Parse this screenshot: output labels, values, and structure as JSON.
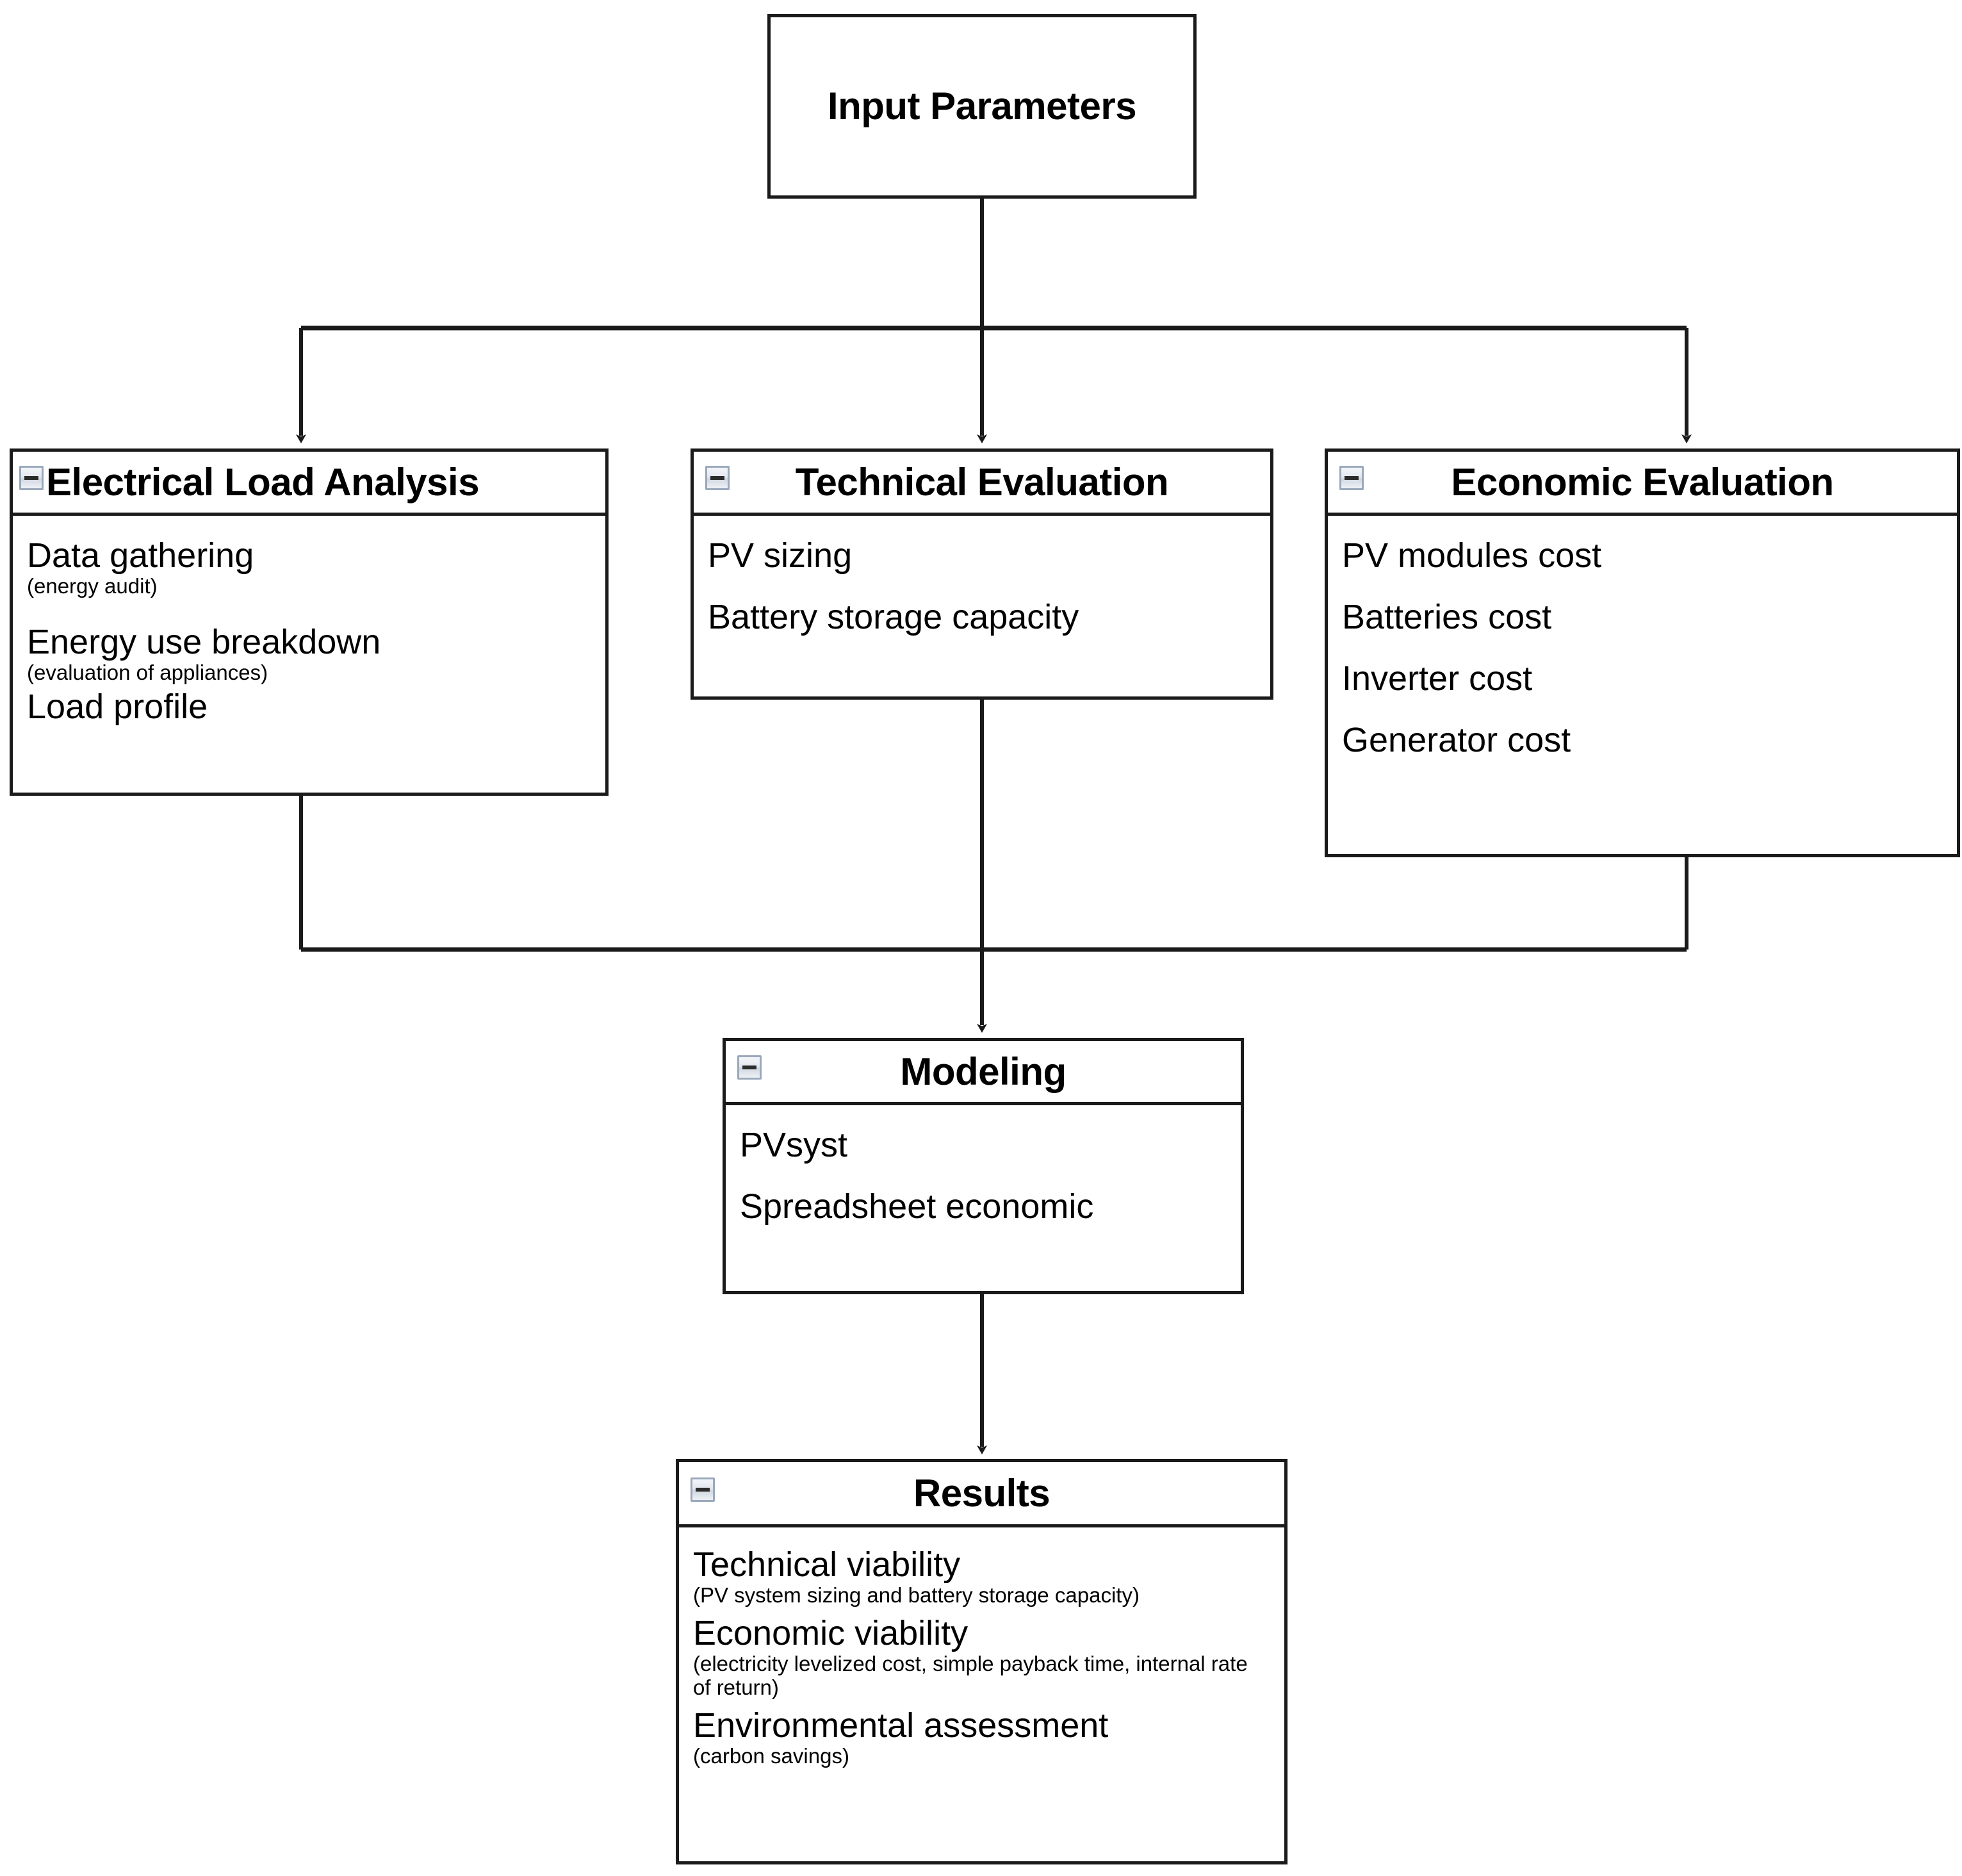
{
  "diagram": {
    "title": "PV system feasibility study methodology flowchart",
    "line_color": "#1a1a1a",
    "background_color": "#ffffff",
    "icon_name": "collapse-minus-icon"
  },
  "nodes": {
    "input": {
      "title": "Input Parameters",
      "items": []
    },
    "electrical_load": {
      "title": "Electrical Load Analysis",
      "items": [
        {
          "main": "Data gathering",
          "sub": "(energy audit)"
        },
        {
          "main": "Energy use breakdown",
          "sub": "(evaluation of appliances)"
        },
        {
          "main": "Load profile",
          "sub": ""
        }
      ]
    },
    "technical": {
      "title": "Technical Evaluation",
      "items": [
        {
          "main": "PV sizing",
          "sub": ""
        },
        {
          "main": "Battery storage capacity",
          "sub": ""
        }
      ]
    },
    "economic": {
      "title": "Economic Evaluation",
      "items": [
        {
          "main": "PV modules cost",
          "sub": ""
        },
        {
          "main": "Batteries cost",
          "sub": ""
        },
        {
          "main": "Inverter cost",
          "sub": ""
        },
        {
          "main": "Generator cost",
          "sub": ""
        }
      ]
    },
    "modeling": {
      "title": "Modeling",
      "items": [
        {
          "main": "PVsyst",
          "sub": ""
        },
        {
          "main": "Spreadsheet economic",
          "sub": ""
        }
      ]
    },
    "results": {
      "title": "Results",
      "items": [
        {
          "main": "Technical viability",
          "sub": "(PV system sizing and battery storage capacity)"
        },
        {
          "main": "Economic viability",
          "sub": "(electricity levelized cost, simple payback time, internal rate of return)"
        },
        {
          "main": "Environmental assessment",
          "sub": "(carbon savings)"
        }
      ]
    }
  },
  "edges": [
    {
      "from": "input",
      "to": "electrical_load"
    },
    {
      "from": "input",
      "to": "technical"
    },
    {
      "from": "input",
      "to": "economic"
    },
    {
      "from": "electrical_load",
      "to": "modeling"
    },
    {
      "from": "technical",
      "to": "modeling"
    },
    {
      "from": "economic",
      "to": "modeling"
    },
    {
      "from": "modeling",
      "to": "results"
    }
  ]
}
